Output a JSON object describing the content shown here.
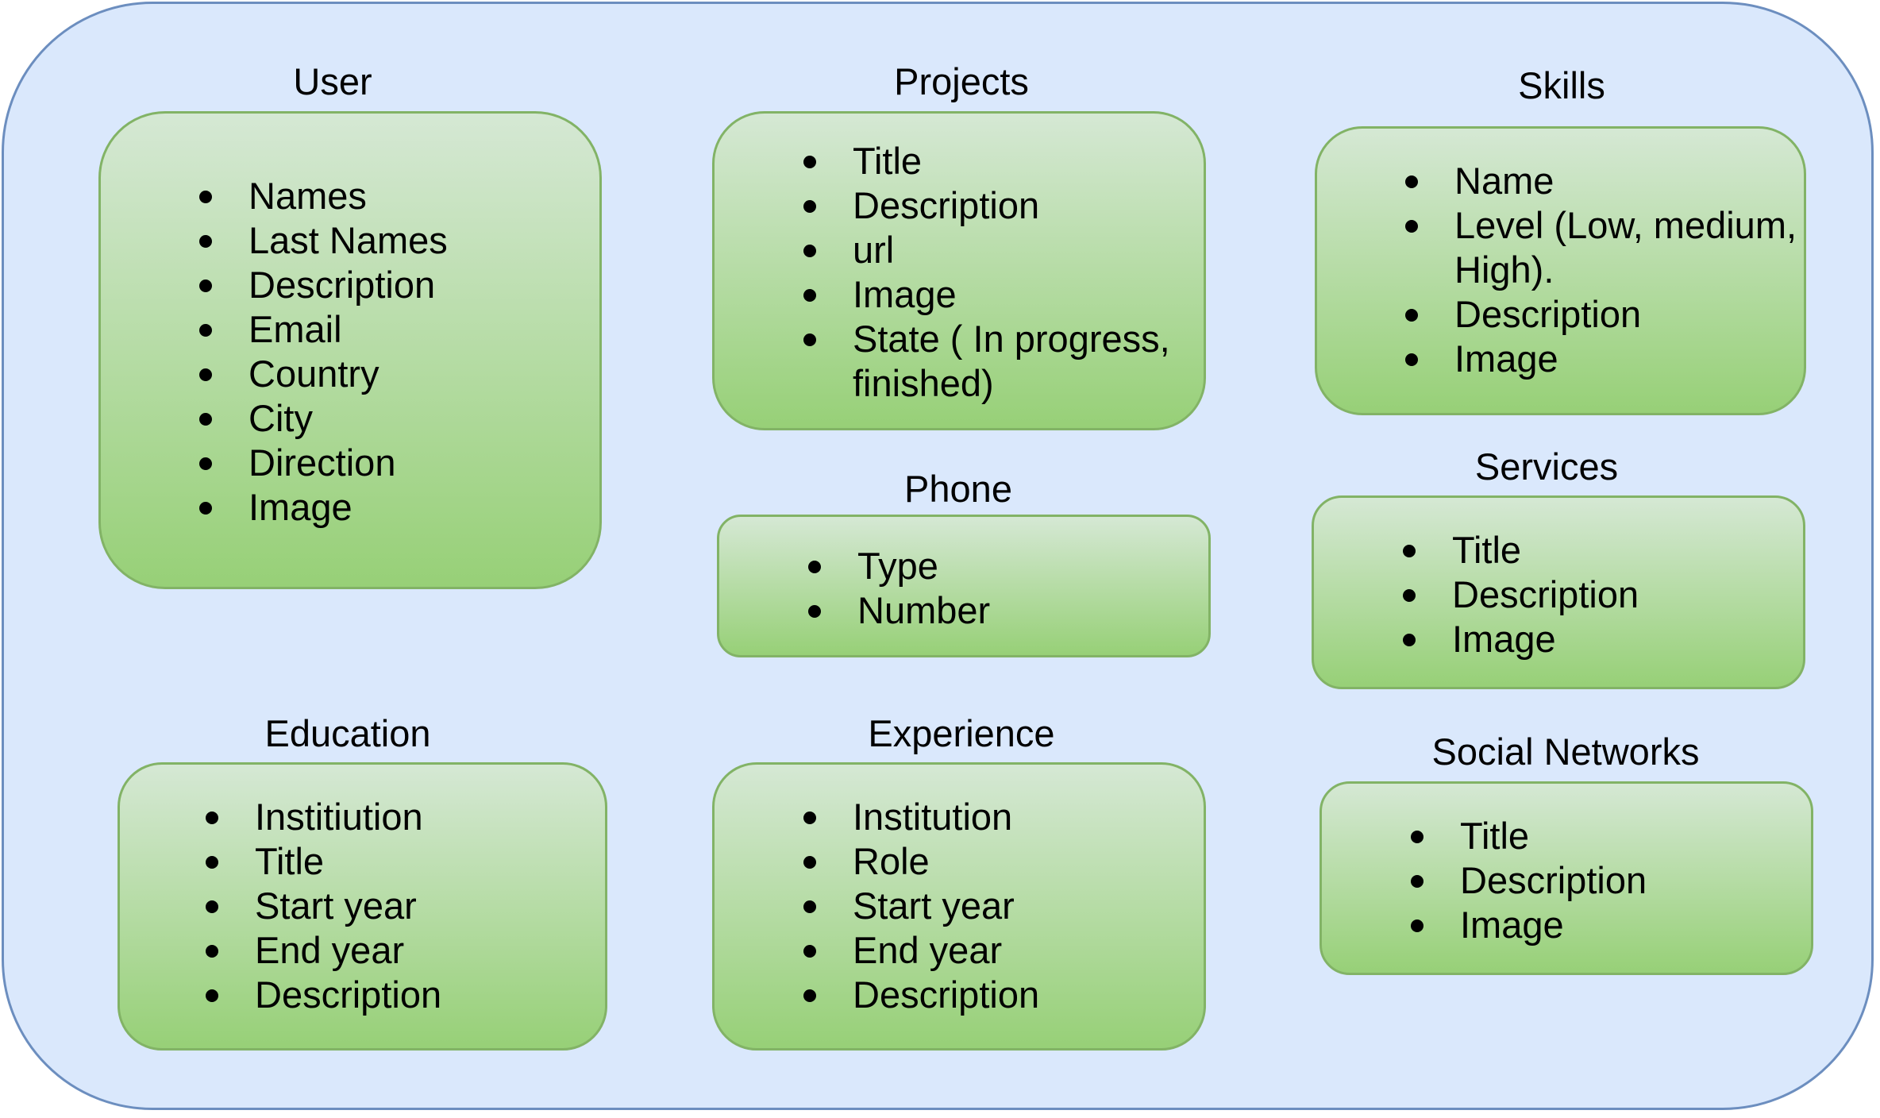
{
  "entities": {
    "user": {
      "title": "User",
      "fields": [
        "Names",
        "Last Names",
        "Description",
        "Email",
        "Country",
        "City",
        "Direction",
        "Image"
      ]
    },
    "projects": {
      "title": "Projects",
      "fields": [
        "Title",
        "Description",
        "url",
        "Image",
        "State ( In progress,",
        "finished)"
      ]
    },
    "skills": {
      "title": "Skills",
      "fields": [
        "Name",
        "Level (Low, medium,",
        "High).",
        "Description",
        "Image"
      ]
    },
    "phone": {
      "title": "Phone",
      "fields": [
        "Type",
        "Number"
      ]
    },
    "services": {
      "title": "Services",
      "fields": [
        "Title",
        "Description",
        "Image"
      ]
    },
    "education": {
      "title": "Education",
      "fields": [
        "Institiution",
        "Title",
        "Start year",
        "End year",
        "Description"
      ]
    },
    "experience": {
      "title": "Experience",
      "fields": [
        "Institution",
        "Role",
        "Start year",
        "End year",
        "Description"
      ]
    },
    "social_networks": {
      "title": "Social Networks",
      "fields": [
        "Title",
        "Description",
        "Image"
      ]
    }
  },
  "colors": {
    "container_fill": "#dae8fc",
    "container_stroke": "#6c8ebf",
    "box_fill_top": "#d5e8d4",
    "box_fill_bottom": "#97d077",
    "box_stroke": "#82b366"
  }
}
